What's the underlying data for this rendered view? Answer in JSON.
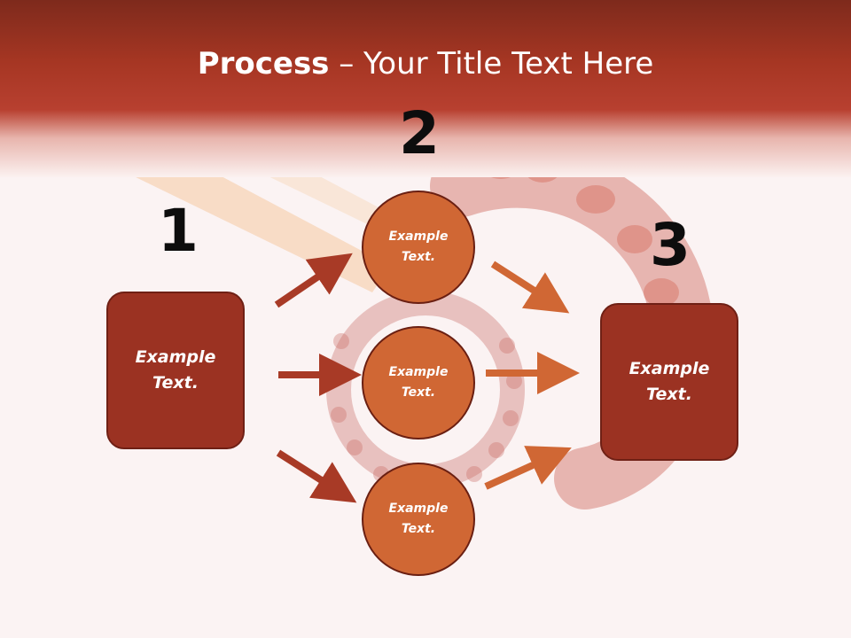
{
  "slide": {
    "title_bold": "Process",
    "title_rest": " – Your Title Text Here",
    "numbers": [
      "1",
      "2",
      "3"
    ],
    "box_left": "Example\nText.",
    "box_right": "Example\nText.",
    "circles": [
      "Example\nText.",
      "Example\nText.",
      "Example\nText."
    ]
  },
  "colors": {
    "header_dark": "#7e2a1c",
    "box_fill": "#9b3222",
    "circle_fill": "#d06734",
    "arrow_left": "#a83a26",
    "arrow_right": "#d06734"
  }
}
